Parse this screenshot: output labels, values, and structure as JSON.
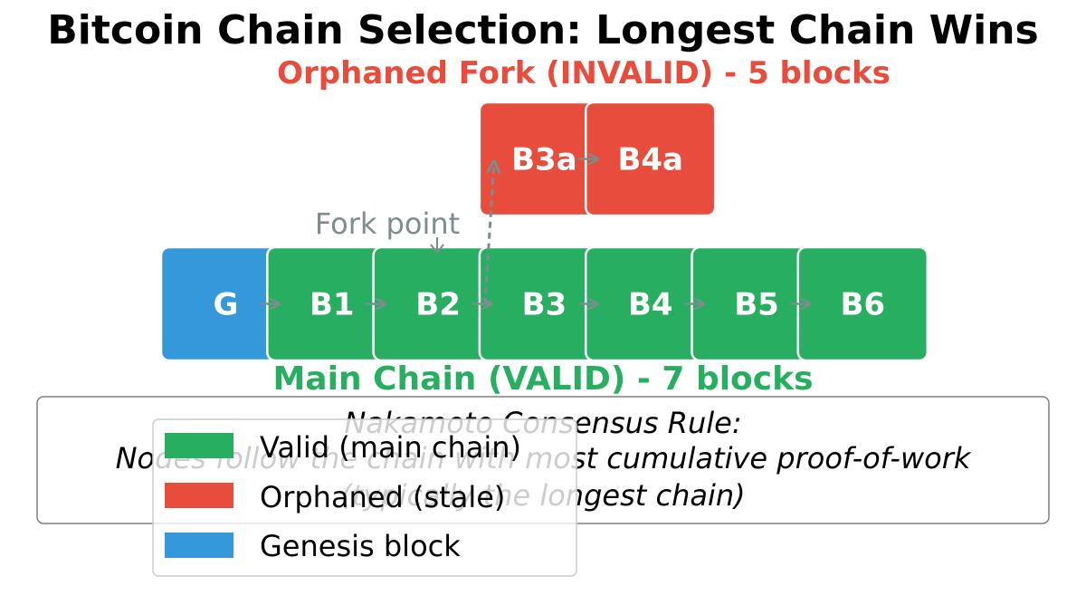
{
  "title": "Bitcoin Chain Selection: Longest Chain Wins",
  "fork_label": "Orphaned Fork (INVALID) - 5 blocks",
  "main_label": "Main Chain (VALID) - 7 blocks",
  "fork_point_label": "Fork point",
  "colors": {
    "valid": "#27ae60",
    "orphaned": "#e74c3c",
    "genesis": "#3498db",
    "arrow": "#7f8c8d",
    "fork_point_text": "#7f8c8d"
  },
  "main_chain": [
    "G",
    "B1",
    "B2",
    "B3",
    "B4",
    "B5",
    "B6"
  ],
  "fork_chain": [
    "B3a",
    "B4a"
  ],
  "consensus_note": {
    "line1": "Nakamoto Consensus Rule:",
    "line2": "Nodes follow the chain with most cumulative proof-of-work",
    "line3": "(typically the longest chain)"
  },
  "legend": [
    {
      "label": "Valid (main chain)",
      "color": "#27ae60"
    },
    {
      "label": "Orphaned (stale)",
      "color": "#e74c3c"
    },
    {
      "label": "Genesis block",
      "color": "#3498db"
    }
  ]
}
